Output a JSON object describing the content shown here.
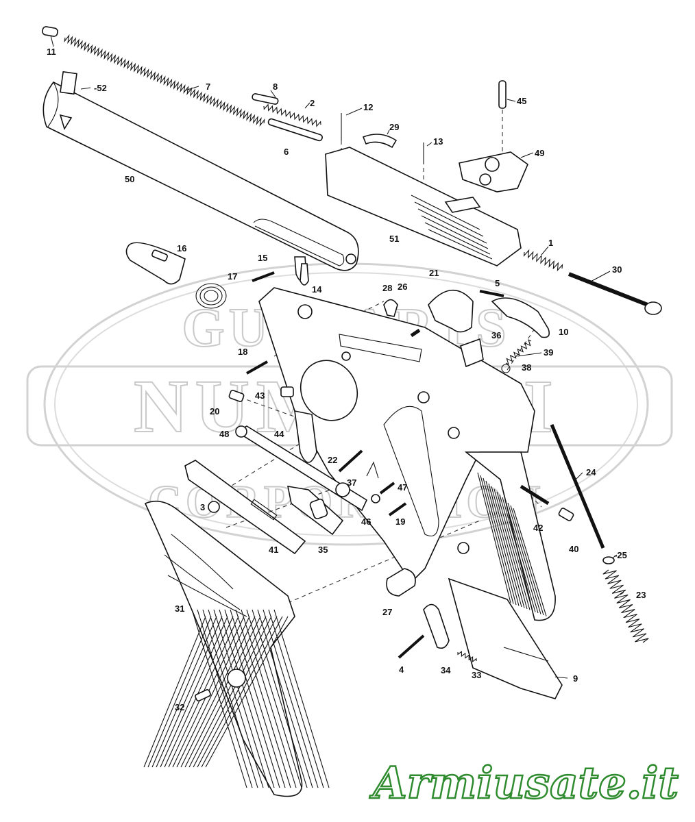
{
  "watermark": {
    "line1": "GUNPARTS",
    "line2": "NUMRICH",
    "line3": "CORPORATION"
  },
  "logo_text": "Armiusate.it",
  "parts": [
    {
      "id": "11",
      "label": "11"
    },
    {
      "id": "7",
      "label": "7"
    },
    {
      "id": "52",
      "label": "52"
    },
    {
      "id": "8",
      "label": "8"
    },
    {
      "id": "2",
      "label": "2"
    },
    {
      "id": "6",
      "label": "6"
    },
    {
      "id": "12",
      "label": "12"
    },
    {
      "id": "29",
      "label": "29"
    },
    {
      "id": "13",
      "label": "13"
    },
    {
      "id": "45",
      "label": "45"
    },
    {
      "id": "49",
      "label": "49"
    },
    {
      "id": "50",
      "label": "50"
    },
    {
      "id": "51",
      "label": "51"
    },
    {
      "id": "1",
      "label": "1"
    },
    {
      "id": "30",
      "label": "30"
    },
    {
      "id": "16",
      "label": "16"
    },
    {
      "id": "17",
      "label": "17"
    },
    {
      "id": "15",
      "label": "15"
    },
    {
      "id": "14",
      "label": "14"
    },
    {
      "id": "28",
      "label": "28"
    },
    {
      "id": "26",
      "label": "26"
    },
    {
      "id": "21",
      "label": "21"
    },
    {
      "id": "5",
      "label": "5"
    },
    {
      "id": "10",
      "label": "10"
    },
    {
      "id": "36",
      "label": "36"
    },
    {
      "id": "39",
      "label": "39"
    },
    {
      "id": "38",
      "label": "38"
    },
    {
      "id": "18",
      "label": "18"
    },
    {
      "id": "20",
      "label": "20"
    },
    {
      "id": "43",
      "label": "43"
    },
    {
      "id": "48",
      "label": "48"
    },
    {
      "id": "44",
      "label": "44"
    },
    {
      "id": "24",
      "label": "24"
    },
    {
      "id": "22",
      "label": "22"
    },
    {
      "id": "37",
      "label": "37"
    },
    {
      "id": "47",
      "label": "47"
    },
    {
      "id": "3",
      "label": "3"
    },
    {
      "id": "46",
      "label": "46"
    },
    {
      "id": "19",
      "label": "19"
    },
    {
      "id": "42",
      "label": "42"
    },
    {
      "id": "41",
      "label": "41"
    },
    {
      "id": "35",
      "label": "35"
    },
    {
      "id": "40",
      "label": "40"
    },
    {
      "id": "25",
      "label": "25"
    },
    {
      "id": "23",
      "label": "23"
    },
    {
      "id": "27",
      "label": "27"
    },
    {
      "id": "31",
      "label": "31"
    },
    {
      "id": "4",
      "label": "4"
    },
    {
      "id": "34",
      "label": "34"
    },
    {
      "id": "33",
      "label": "33"
    },
    {
      "id": "9",
      "label": "9"
    },
    {
      "id": "32",
      "label": "32"
    }
  ]
}
